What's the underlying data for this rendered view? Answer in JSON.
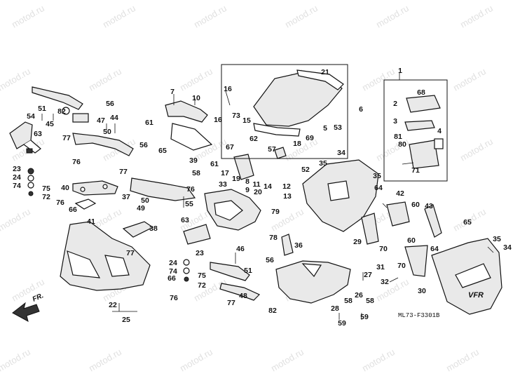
{
  "watermark": "motod.ru",
  "diagram_code": "ML73-F3301B",
  "direction_label": "FR.",
  "callouts": {
    "c1": "1",
    "c2": "2",
    "c3": "3",
    "c4": "4",
    "c5": "5",
    "c6": "6",
    "c7": "7",
    "c8": "8",
    "c9": "9",
    "c10": "10",
    "c11": "11",
    "c12": "12",
    "c13": "13",
    "c14": "14",
    "c15": "15",
    "c16": "16",
    "c17": "17",
    "c18": "18",
    "c19": "19",
    "c20": "20",
    "c21": "21",
    "c22": "22",
    "c23": "23",
    "c24": "24",
    "c25": "25",
    "c26": "26",
    "c27": "27",
    "c28": "28",
    "c29": "29",
    "c30": "30",
    "c31": "31",
    "c32": "32",
    "c33": "33",
    "c34": "34",
    "c35": "35",
    "c36": "36",
    "c37": "37",
    "c38": "38",
    "c39": "39",
    "c40": "40",
    "c41": "41",
    "c42": "42",
    "c43": "43",
    "c44": "44",
    "c45": "45",
    "c46": "46",
    "c47": "47",
    "c48": "48",
    "c49": "49",
    "c50": "50",
    "c51": "51",
    "c52": "52",
    "c53": "53",
    "c54": "54",
    "c55": "55",
    "c56": "56",
    "c57": "57",
    "c58": "58",
    "c59": "59",
    "c60": "60",
    "c61": "61",
    "c62": "62",
    "c63": "63",
    "c64": "64",
    "c65": "65",
    "c66": "66",
    "c67": "67",
    "c68": "68",
    "c69": "69",
    "c70": "70",
    "c71": "71",
    "c72": "72",
    "c73": "73",
    "c74": "74",
    "c75": "75",
    "c76": "76",
    "c77": "77",
    "c78": "78",
    "c79": "79",
    "c80": "80",
    "c81": "81",
    "c82": "82"
  }
}
